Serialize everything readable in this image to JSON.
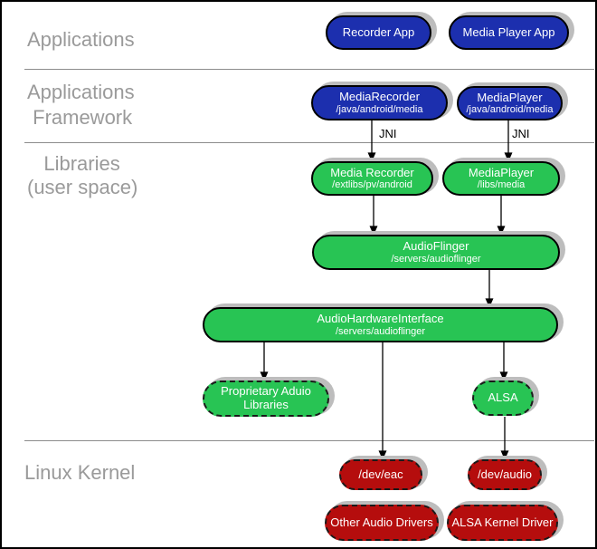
{
  "colors": {
    "blue": "#1c2fae",
    "green": "#28c454",
    "red": "#b50d0d",
    "shadow": "#bdbdbd",
    "label_gray": "#9a9a9a",
    "divider_gray": "#8c8c8c"
  },
  "sections": [
    {
      "label": "Applications"
    },
    {
      "label": "Applications\n Framework"
    },
    {
      "label": "   Libraries\n(user space)"
    },
    {
      "label": "Linux Kernel"
    }
  ],
  "nodes": {
    "recorder_app": {
      "title": "Recorder App"
    },
    "media_player_app": {
      "title": "Media Player App"
    },
    "mediarecorder_framework": {
      "title": "MediaRecorder",
      "subtitle": "/java/android/media"
    },
    "mediaplayer_framework": {
      "title": "MediaPlayer",
      "subtitle": "/java/android/media"
    },
    "media_recorder_lib": {
      "title": "Media Recorder",
      "subtitle": "/extlibs/pv/android"
    },
    "mediaplayer_lib": {
      "title": "MediaPlayer",
      "subtitle": "/libs/media"
    },
    "audioflinger": {
      "title": "AudioFlinger",
      "subtitle": "/servers/audioflinger"
    },
    "audiohardwareinterface": {
      "title": "AudioHardwareInterface",
      "subtitle": "/servers/audioflinger"
    },
    "proprietary_audio_libraries": {
      "title": "Proprietary Aduio Libraries"
    },
    "alsa": {
      "title": "ALSA"
    },
    "dev_eac": {
      "title": "/dev/eac"
    },
    "dev_audio": {
      "title": "/dev/audio"
    },
    "other_audio_drivers": {
      "title": "Other Audio Drivers"
    },
    "alsa_kernel_driver": {
      "title": "ALSA Kernel Driver"
    }
  },
  "edges": [
    {
      "from": "mediarecorder_framework",
      "to": "media_recorder_lib",
      "label": "JNI"
    },
    {
      "from": "mediaplayer_framework",
      "to": "mediaplayer_lib",
      "label": "JNI"
    },
    {
      "from": "media_recorder_lib",
      "to": "audioflinger"
    },
    {
      "from": "mediaplayer_lib",
      "to": "audioflinger"
    },
    {
      "from": "audioflinger",
      "to": "audiohardwareinterface"
    },
    {
      "from": "audiohardwareinterface",
      "to": "proprietary_audio_libraries"
    },
    {
      "from": "audiohardwareinterface",
      "to": "dev_eac"
    },
    {
      "from": "audiohardwareinterface",
      "to": "alsa"
    },
    {
      "from": "alsa",
      "to": "dev_audio"
    }
  ]
}
